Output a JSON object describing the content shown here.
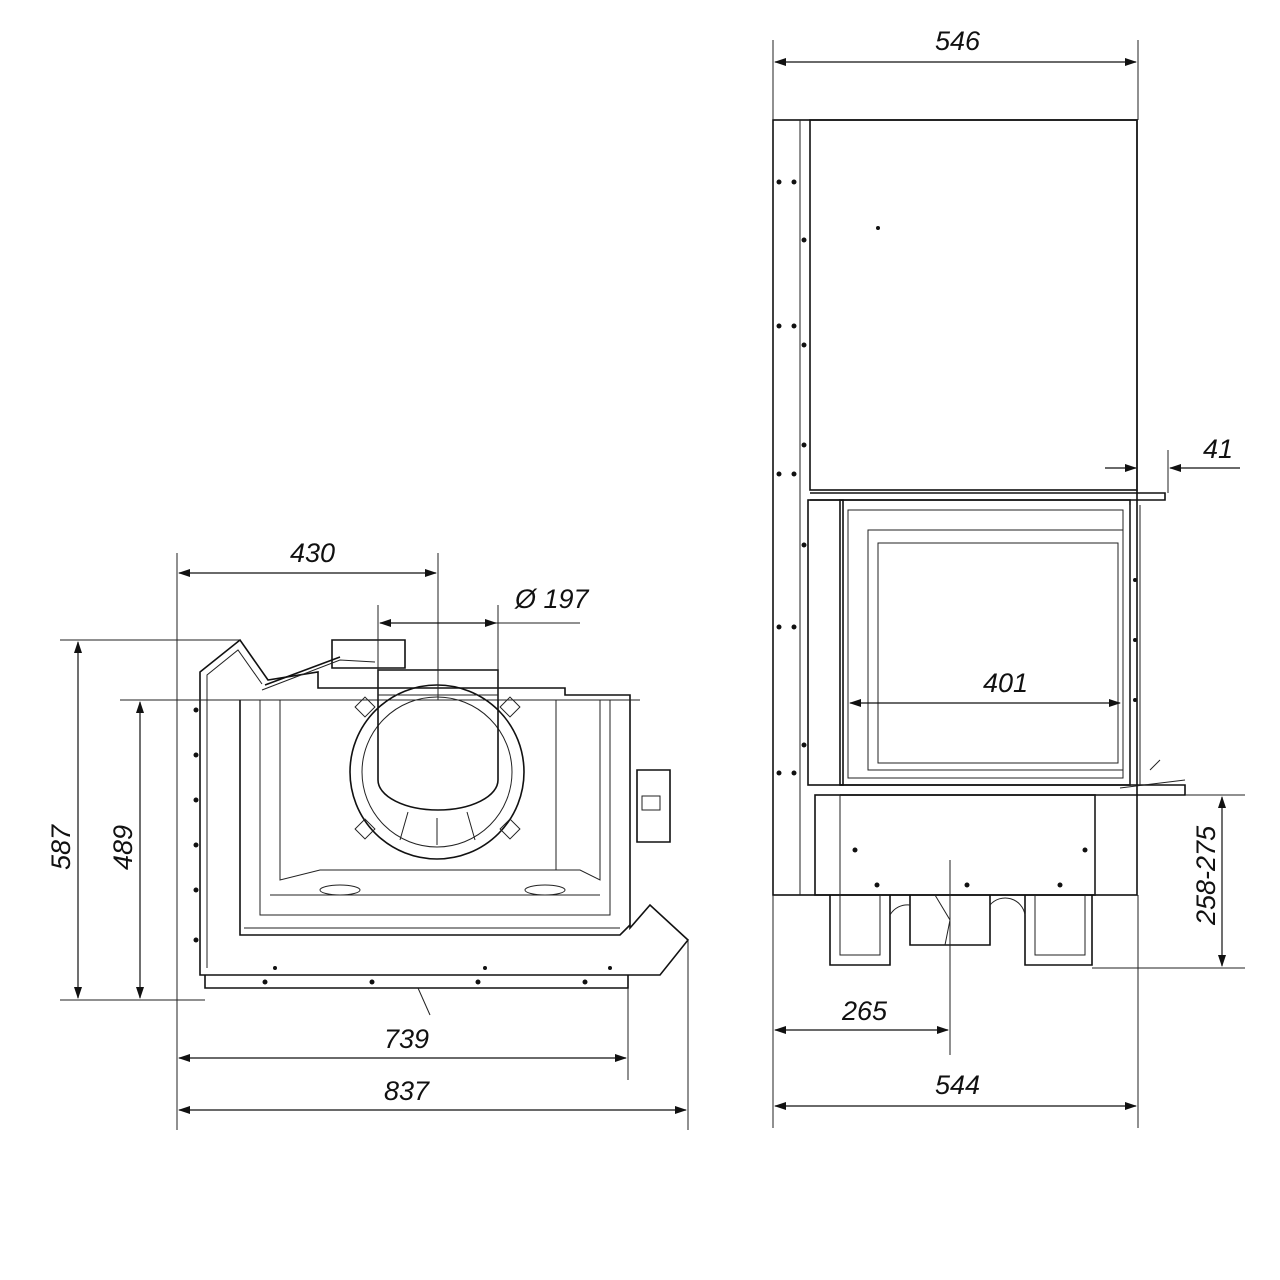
{
  "drawing": {
    "left_view": {
      "dimensions": {
        "width_to_flue": "430",
        "flue_diameter": "Ø 197",
        "total_depth": "587",
        "inner_depth": "489",
        "width_inner": "739",
        "width_total": "837"
      }
    },
    "right_view": {
      "dimensions": {
        "top_width": "546",
        "offset": "41",
        "glass_width": "401",
        "leg_height": "258-275",
        "flue_offset": "265",
        "bottom_width": "544"
      }
    }
  }
}
